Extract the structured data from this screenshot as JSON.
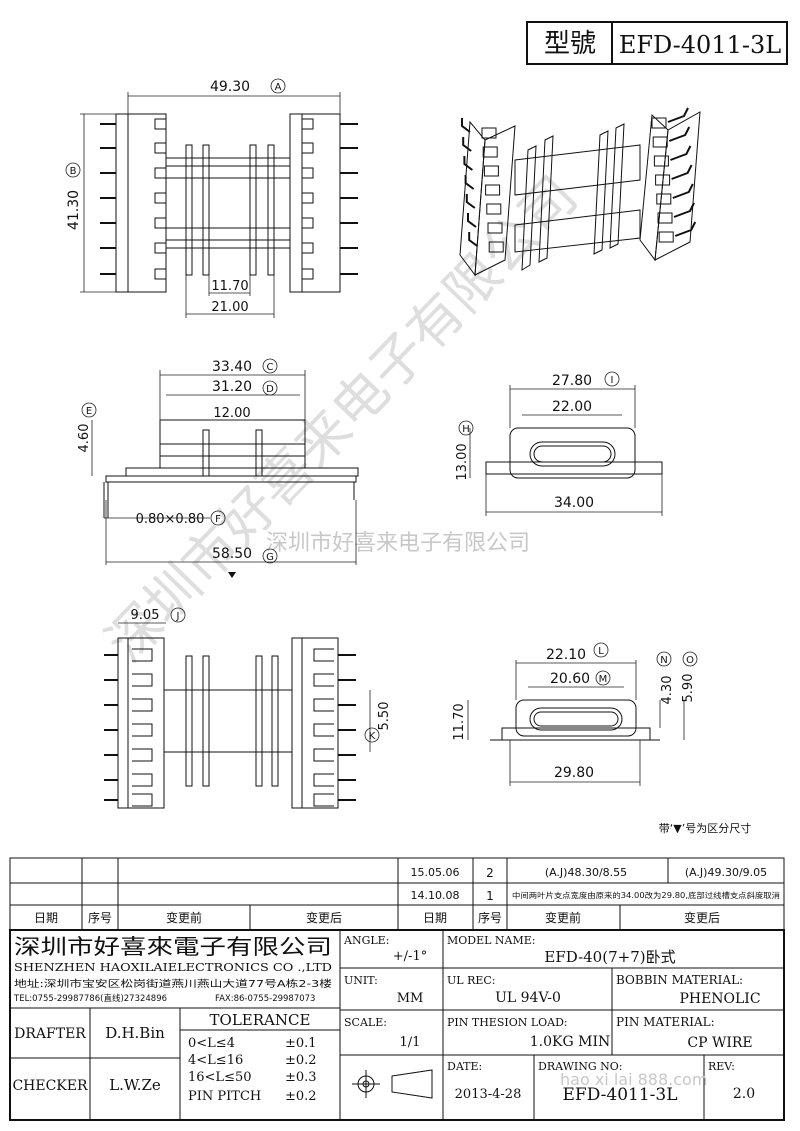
{
  "title_box": {
    "label": "型號",
    "model": "EFD-4011-3L"
  },
  "dims": {
    "top_w": "49.30",
    "top_w_tag": "A",
    "top_h": "41.30",
    "top_h_tag": "B",
    "top_inner1": "11.70",
    "top_inner2": "21.00",
    "front_c": "33.40",
    "front_c_tag": "C",
    "front_d": "31.20",
    "front_d_tag": "D",
    "front_core": "12.00",
    "front_e": "4.60",
    "front_e_tag": "E",
    "pin": "0.80×0.80",
    "pin_tag": "F",
    "front_g": "58.50",
    "front_g_tag": "G",
    "side_i": "27.80",
    "side_i_tag": "I",
    "side_inner": "22.00",
    "side_h": "13.00",
    "side_h_tag": "H",
    "side_bottom": "34.00",
    "bottom_j": "9.05",
    "bottom_j_tag": "J",
    "bottom_k": "5.50",
    "bottom_k_tag": "K",
    "end_l": "22.10",
    "end_l_tag": "L",
    "end_m": "20.60",
    "end_m_tag": "M",
    "end_n": "4.30",
    "end_n_tag": "N",
    "end_o": "5.90",
    "end_o_tag": "O",
    "end_h": "11.70",
    "end_bottom": "29.80"
  },
  "watermark_center": "深圳市好喜来电子有限公司",
  "watermark_diag": "深圳市好喜来电子有限公司",
  "note": "带‘▼’号为区分尺寸",
  "revisions": [
    {
      "date": "15.05.06",
      "no": "2",
      "before": "(A.J)48.30/8.55",
      "after": "(A.J)49.30/9.05"
    },
    {
      "date": "14.10.08",
      "no": "1",
      "before": "中间两叶片支点宽度由原来的34.00改为29.80,底部过线槽支点斜度取消",
      "after": ""
    }
  ],
  "rev_headers": {
    "date": "日期",
    "no": "序号",
    "before": "变更前",
    "after": "变更后"
  },
  "company": {
    "name_cn": "深圳市好喜來電子有限公司",
    "name_en": "SHENZHEN HAOXILAIELECTRONICS CO .,LTD",
    "address": "地址:深圳市宝安区松岗街道燕川燕山大道77号A栋2-3楼",
    "tel": "TEL:0755-29987786(直线)27324896",
    "fax": "FAX:86-0755-29987073"
  },
  "fields": {
    "angle_label": "ANGLE:",
    "angle_value": "+/-1°",
    "model_label": "MODEL NAME:",
    "model_value": "EFD-40(7+7)卧式",
    "unit_label": "UNIT:",
    "unit_value": "MM",
    "ul_label": "UL REC:",
    "ul_value": "UL 94V-0",
    "bobbin_label": "BOBBIN MATERIAL:",
    "bobbin_value": "PHENOLIC",
    "scale_label": "SCALE:",
    "scale_value": "1/1",
    "load_label": "PIN THESION LOAD:",
    "load_value": "1.0KG MIN",
    "pinmat_label": "PIN MATERIAL:",
    "pinmat_value": "CP  WIRE",
    "date_label": "DATE:",
    "date_value": "2013-4-28",
    "drawing_label": "DRAWING NO:",
    "drawing_value": "EFD-4011-3L",
    "rev_label": "REV:",
    "rev_value": "2.0",
    "drafter_label": "DRAFTER",
    "drafter_value": "D.H.Bin",
    "checker_label": "CHECKER",
    "checker_value": "L.W.Ze",
    "tolerance_label": "TOLERANCE",
    "tolerances": [
      {
        "range": "0<L≤4",
        "value": "±0.1"
      },
      {
        "range": "4<L≤16",
        "value": "±0.2"
      },
      {
        "range": "16<L≤50",
        "value": "±0.3"
      },
      {
        "range": "PIN PITCH",
        "value": "±0.2"
      }
    ]
  },
  "watermark_url": "hao xi lai 888.com"
}
